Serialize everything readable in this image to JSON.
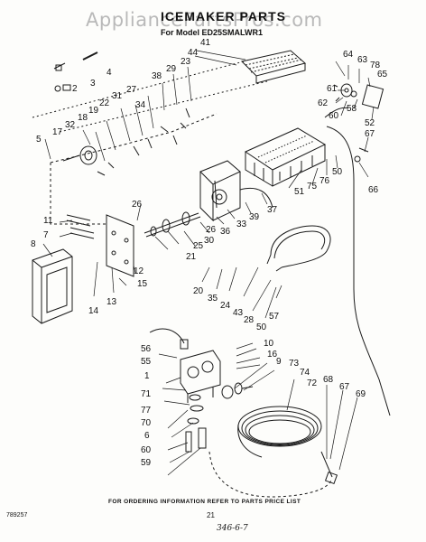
{
  "header": {
    "title": "ICEMAKER PARTS",
    "model_line": "For Model ED25SMALWR1",
    "watermark": "AppliancePartsPros.com"
  },
  "footer": {
    "ordering_note": "FOR ORDERING INFORMATION REFER TO PARTS PRICE LIST",
    "page_number": "21",
    "doc_code": "789257",
    "handwritten_mark": "346-6-7"
  },
  "callouts": {
    "c1": "1",
    "c2": "2",
    "c3": "3",
    "c4": "4",
    "c5": "5",
    "c6": "6",
    "c7": "7",
    "c8": "8",
    "c9": "9",
    "c10": "10",
    "c11": "11",
    "c12": "12",
    "c13": "13",
    "c14": "14",
    "c15": "15",
    "c16": "16",
    "c17": "17",
    "c18": "18",
    "c19": "19",
    "c20": "20",
    "c21": "21",
    "c22": "22",
    "c23": "23",
    "c24": "24",
    "c25": "25",
    "c26a": "26",
    "c26b": "26",
    "c27": "27",
    "c28": "28",
    "c29": "29",
    "c30": "30",
    "c31": "31",
    "c32": "32",
    "c33": "33",
    "c34": "34",
    "c35": "35",
    "c36": "36",
    "c37": "37",
    "c38": "38",
    "c39": "39",
    "c41": "41",
    "c43": "43",
    "c44": "44",
    "c50a": "50",
    "c50b": "50",
    "c51": "51",
    "c52": "52",
    "c55": "55",
    "c56": "56",
    "c57": "57",
    "c58": "58",
    "c59": "59",
    "c60a": "60",
    "c60b": "60",
    "c61": "61",
    "c62": "62",
    "c63": "63",
    "c64": "64",
    "c65": "65",
    "c66": "66",
    "c67a": "67",
    "c67b": "67",
    "c68": "68",
    "c69": "69",
    "c70": "70",
    "c71": "71",
    "c72": "72",
    "c73": "73",
    "c74": "74",
    "c75": "75",
    "c76": "76",
    "c77": "77",
    "c78": "78"
  }
}
